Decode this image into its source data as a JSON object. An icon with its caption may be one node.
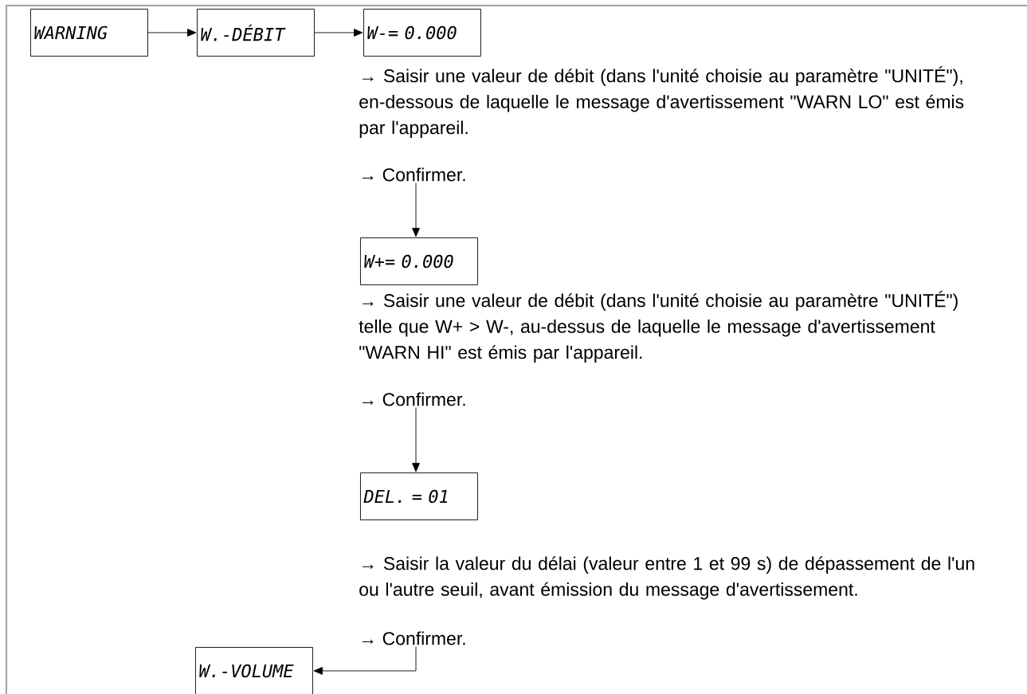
{
  "diagram": {
    "nodes": [
      {
        "text": [
          "WARNING"
        ]
      },
      {
        "text": [
          "W.-DÉBIT"
        ]
      },
      {
        "text": [
          "W-=  0.000"
        ]
      },
      {
        "text": [
          "→ Confirmer."
        ]
      },
      {
        "text": [
          "W+=  0.000"
        ]
      },
      {
        "text": [
          "→ Confirmer."
        ]
      },
      {
        "text": [
          "DEL. = 01"
        ]
      },
      {
        "text": [
          "→ Confirmer."
        ]
      },
      {
        "text": [
          "W.-VOLUME"
        ]
      }
    ],
    "edges": [
      {
        "from": 0,
        "to": 1,
        "arrow": "to"
      },
      {
        "from": 1,
        "to": 2,
        "arrow": "to"
      },
      {
        "from": 3,
        "to": 4,
        "arrow": "to"
      },
      {
        "from": 5,
        "to": 6,
        "arrow": "to"
      },
      {
        "from": 7,
        "to": 8,
        "arrow": "to"
      }
    ],
    "labels": [
      "→ Saisir une valeur de débit (dans l'unité choisie au paramètre \"UNITÉ\"), en-dessous de laquelle le message d'avertissement \"WARN LO\" est émis par l'appareil.",
      "→ Saisir une valeur de débit (dans l'unité choisie au paramètre \"UNITÉ\") telle que W+ > W-, au-dessus de laquelle le message d'avertissement \"WARN HI\" est émis par l'appareil.",
      "→ Saisir la valeur du délai (valeur entre 1 et 99 s) de dépassement de l'un ou l'autre seuil, avant émission du message d'avertissement."
    ]
  }
}
